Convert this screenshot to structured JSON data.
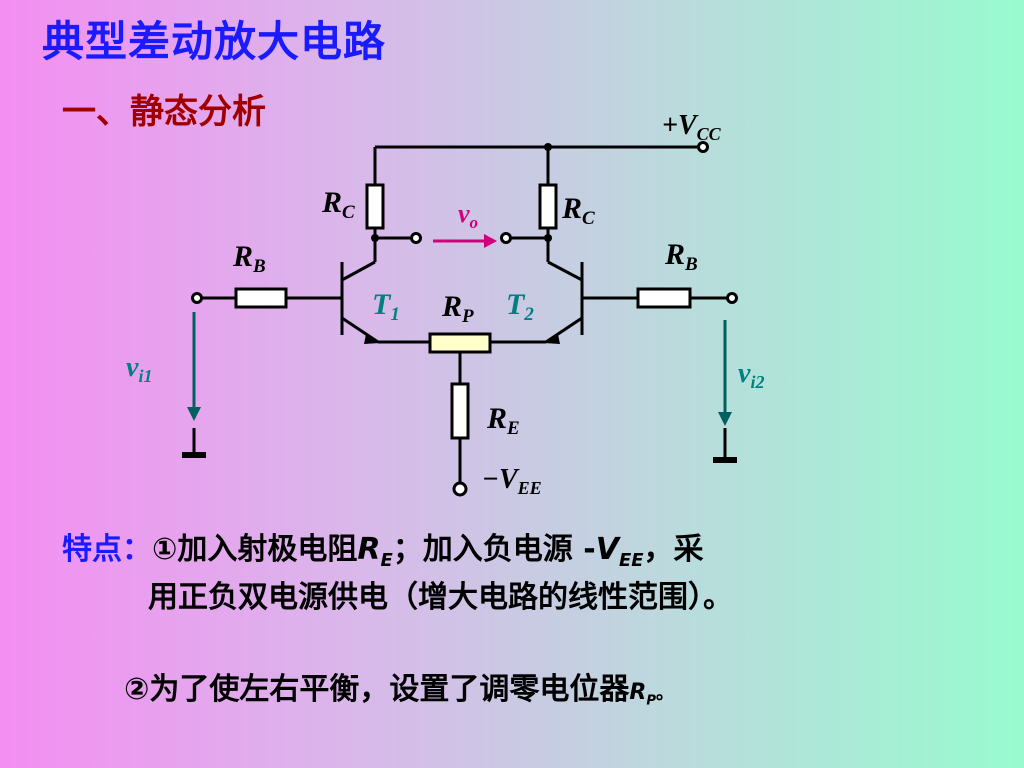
{
  "title": "典型差动放大电路",
  "section": "一、静态分析",
  "circuit": {
    "vcc": {
      "sign": "+",
      "main": "V",
      "sub": "CC"
    },
    "vee": {
      "sign": "−",
      "main": "V",
      "sub": "EE"
    },
    "rc_left": {
      "main": "R",
      "sub": "C"
    },
    "rc_right": {
      "main": "R",
      "sub": "C"
    },
    "rb_left": {
      "main": "R",
      "sub": "B"
    },
    "rb_right": {
      "main": "R",
      "sub": "B"
    },
    "rp": {
      "main": "R",
      "sub": "P"
    },
    "re": {
      "main": "R",
      "sub": "E"
    },
    "t1": {
      "main": "T",
      "sub": "1"
    },
    "t2": {
      "main": "T",
      "sub": "2"
    },
    "vo": {
      "main": "v",
      "sub": "o"
    },
    "vi1": {
      "main": "v",
      "sub": "i1"
    },
    "vi2": {
      "main": "v",
      "sub": "i2"
    }
  },
  "features": {
    "label": "特点：",
    "p1_a": "①加入射极电阻",
    "p1_re": "R",
    "p1_re_sub": "E",
    "p1_b": "；加入负电源 -",
    "p1_vee": "V",
    "p1_vee_sub": "EE",
    "p1_c": "，采",
    "p1_line2": "用正负双电源供电（增大电路的线性范围）。",
    "p2_a": "②为了使左右平衡，设置了调零电位器",
    "p2_rp": "R",
    "p2_rp_sub": "P",
    "p2_end": "。"
  },
  "colors": {
    "title": "#1a1aff",
    "section": "#a00000",
    "transistor_label": "#008080",
    "output_arrow": "#d0007a"
  }
}
